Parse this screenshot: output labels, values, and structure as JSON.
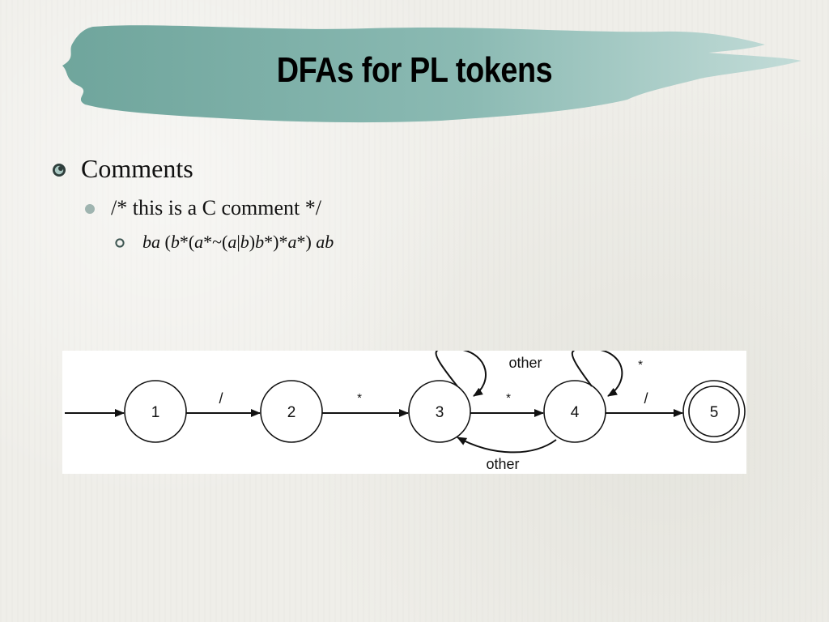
{
  "slide": {
    "title": "DFAs for PL tokens",
    "title_band_color": "#7fb0a8"
  },
  "bullets": {
    "level1": "Comments",
    "level2": "/* this is a C comment */",
    "level3": {
      "parts": [
        {
          "text": "ba",
          "italic": true
        },
        {
          "text": " (",
          "italic": false
        },
        {
          "text": "b",
          "italic": true
        },
        {
          "text": "*(",
          "italic": false
        },
        {
          "text": "a",
          "italic": true
        },
        {
          "text": "*~(",
          "italic": false
        },
        {
          "text": "a",
          "italic": true
        },
        {
          "text": "|",
          "italic": false
        },
        {
          "text": "b",
          "italic": true
        },
        {
          "text": ")",
          "italic": false
        },
        {
          "text": "b",
          "italic": true
        },
        {
          "text": "*)*",
          "italic": false
        },
        {
          "text": "a",
          "italic": true
        },
        {
          "text": "*) ",
          "italic": false
        },
        {
          "text": "ab",
          "italic": true
        }
      ]
    }
  },
  "diagram": {
    "states": [
      "1",
      "2",
      "3",
      "4",
      "5"
    ],
    "accepting_state": "5",
    "edge_labels": {
      "e12": "/",
      "e23": "*",
      "loop3": "other",
      "e34": "*",
      "loop4": "*",
      "e45": "/",
      "e43": "other"
    }
  }
}
